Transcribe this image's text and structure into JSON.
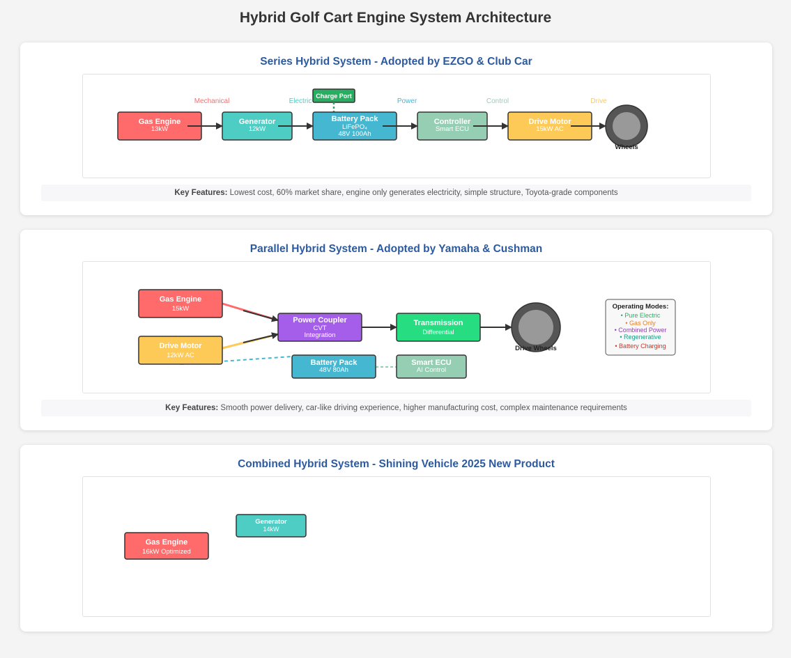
{
  "page_title": "Hybrid Golf Cart Engine System Architecture",
  "series": {
    "title": "Series Hybrid System - Adopted by EZGO & Club Car",
    "legend": {
      "mechanical": "Mechanical",
      "electric": "Electric",
      "power": "Power",
      "control": "Control",
      "drive": "Drive"
    },
    "charge_port": "Charge Port",
    "gas_engine": {
      "name": "Gas Engine",
      "spec": "13kW"
    },
    "generator": {
      "name": "Generator",
      "spec": "12kW"
    },
    "battery": {
      "name": "Battery Pack",
      "chem": "LiFePO₄",
      "spec": "48V 100Ah"
    },
    "controller": {
      "name": "Controller",
      "spec": "Smart ECU"
    },
    "drive_motor": {
      "name": "Drive Motor",
      "spec": "15kW AC"
    },
    "wheels": "Wheels",
    "features_label": "Key Features:",
    "features_text": " Lowest cost, 60% market share, engine only generates electricity, simple structure, Toyota-grade components"
  },
  "parallel": {
    "title": "Parallel Hybrid System - Adopted by Yamaha & Cushman",
    "gas_engine": {
      "name": "Gas Engine",
      "spec": "15kW"
    },
    "drive_motor": {
      "name": "Drive Motor",
      "spec": "12kW AC"
    },
    "coupler": {
      "name": "Power Coupler",
      "spec1": "CVT",
      "spec2": "Integration"
    },
    "transmission": {
      "name": "Transmission",
      "spec": "Differential"
    },
    "wheels": "Drive Wheels",
    "battery": {
      "name": "Battery Pack",
      "spec": "48V 80Ah"
    },
    "ecu": {
      "name": "Smart ECU",
      "spec": "AI Control"
    },
    "modes": {
      "title": "Operating Modes:",
      "items": [
        "• Pure Electric",
        "• Gas Only",
        "• Combined Power",
        "• Regenerative",
        "• Battery Charging"
      ]
    },
    "features_label": "Key Features:",
    "features_text": " Smooth power delivery, car-like driving experience, higher manufacturing cost, complex maintenance requirements"
  },
  "combined": {
    "title": "Combined Hybrid System - Shining Vehicle 2025 New Product",
    "gas_engine": {
      "name": "Gas Engine",
      "spec": "16kW Optimized"
    },
    "generator": {
      "name": "Generator",
      "spec": "14kW"
    }
  },
  "colors": {
    "title_blue": "#2c5aa0",
    "engine_red": "#ff6b6b",
    "generator_teal": "#4ecdc4",
    "battery_blue": "#45b7d1",
    "controller_green": "#96ceb4",
    "motor_yellow": "#feca57",
    "coupler_purple": "#a55eea",
    "transmission_green": "#26de81",
    "charge_green": "#27ae60",
    "wheel_gray": "#999999"
  }
}
